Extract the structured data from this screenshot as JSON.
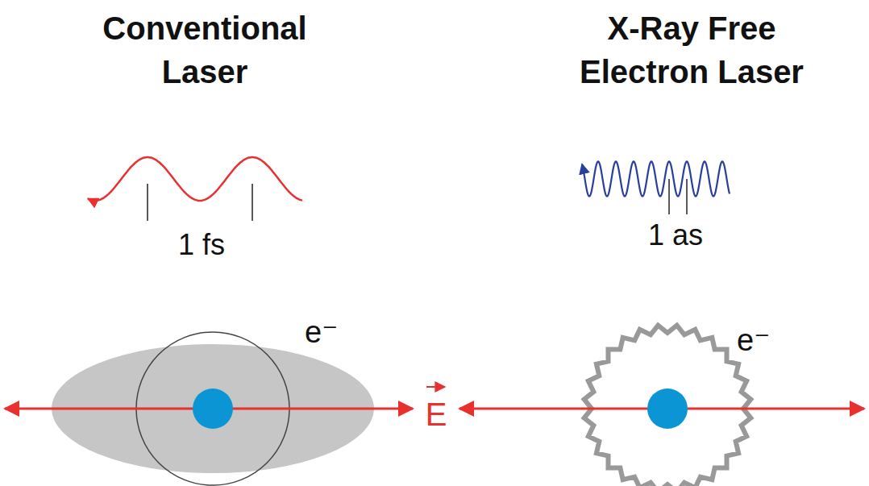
{
  "diagram": {
    "nodes": [
      {
        "text": [
          "e⁻"
        ]
      },
      {
        "text": [
          "e⁻"
        ]
      }
    ],
    "labels": [
      "Conventional Laser",
      "X-Ray Free Electron Laser",
      "1 fs",
      "1 as",
      "E"
    ]
  }
}
